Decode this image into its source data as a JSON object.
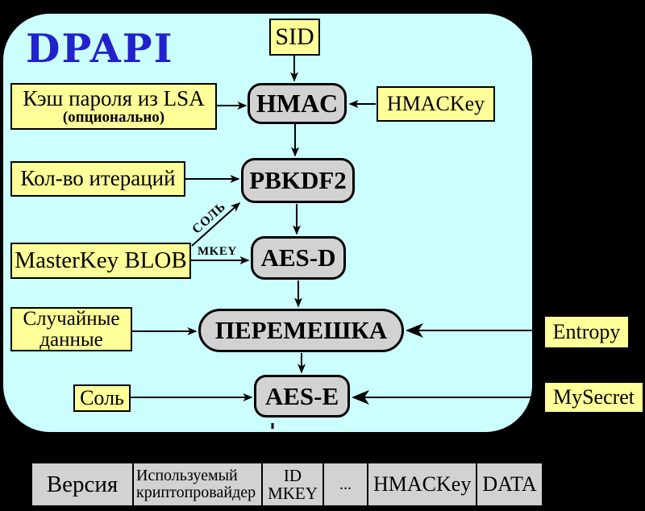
{
  "title": "DPAPI",
  "colors": {
    "background": "#000000",
    "panel": "#ccffff",
    "input_box_fill": "#ffff99",
    "process_box_fill": "#d2d2d2",
    "title_text": "#2222cc",
    "line": "#000000"
  },
  "inputs": {
    "sid": "SID",
    "lsa_cache": {
      "line1": "Кэш пароля из LSA",
      "line2": "(опционально)"
    },
    "hmac_key": "HMACKey",
    "iterations": "Кол-во итераций",
    "masterkey_blob": "MasterKey BLOB",
    "random_data": {
      "line1": "Случайные",
      "line2": "данные"
    },
    "entropy": "Entropy",
    "salt": "Соль",
    "my_secret": "MySecret"
  },
  "processes": {
    "hmac": "HMAC",
    "pbkdf2": "PBKDF2",
    "aes_d": "AES-D",
    "mix": "ПЕРЕМЕШКА",
    "aes_e": "AES-E"
  },
  "edge_labels": {
    "salt": "СОЛЬ",
    "mkey": "MKEY"
  },
  "blob_table": {
    "cells": [
      [
        "Версия"
      ],
      [
        "Используемый",
        "криптопровайдер"
      ],
      [
        "ID",
        "MKEY"
      ],
      [
        "..."
      ],
      [
        "HMACKey"
      ],
      [
        "DATA"
      ]
    ]
  }
}
